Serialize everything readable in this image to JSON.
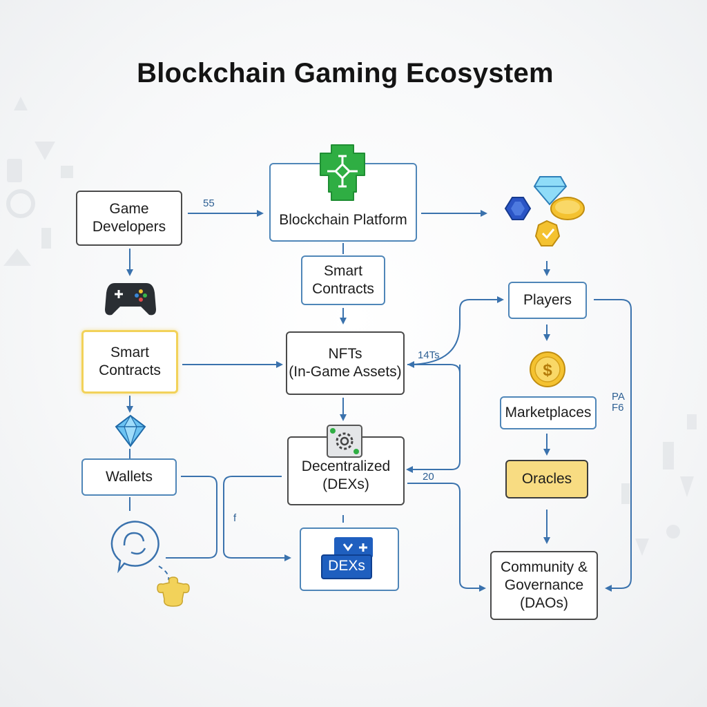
{
  "title": "Blockchain Gaming Ecosystem",
  "nodes": {
    "game_developers": "Game\nDevelopers",
    "blockchain_platform": "Blockchain Platform",
    "smart_contracts_center": "Smart\nContracts",
    "smart_contracts_left": "Smart\nContracts",
    "nfts": "NFTs\n(In-Game Assets)",
    "decentralized": "Decentralized\n(DEXs)",
    "dexs_badge": "DEXs",
    "wallets": "Wallets",
    "players": "Players",
    "marketplaces": "Marketplaces",
    "oracles": "Oracles",
    "community": "Community &\nGovernance\n(DAOs)"
  },
  "edge_labels": {
    "dev_to_platform": "55",
    "players_to_nfts": "14Ts",
    "oracles_side_1": "PA",
    "oracles_side_2": "F6",
    "loop_to_dex": "20",
    "wallet_branch": "f"
  },
  "icons": {
    "platform_logo": "blockchain-network-icon",
    "gamepad": "gamepad-icon",
    "gems": "gems-and-coins-icon",
    "dollar_coin": "dollar-coin-icon",
    "crystal": "crystal-icon",
    "gear": "gear-icon",
    "chat": "chat-bubble-icon",
    "puzzle": "puzzle-icon"
  },
  "colors": {
    "arrow": "#3a72ad",
    "platform_green": "#2fae43",
    "highlight_yellow": "#f2d25a",
    "oracles_fill": "#f8dc82",
    "dex_blue": "#1f5fbf"
  }
}
